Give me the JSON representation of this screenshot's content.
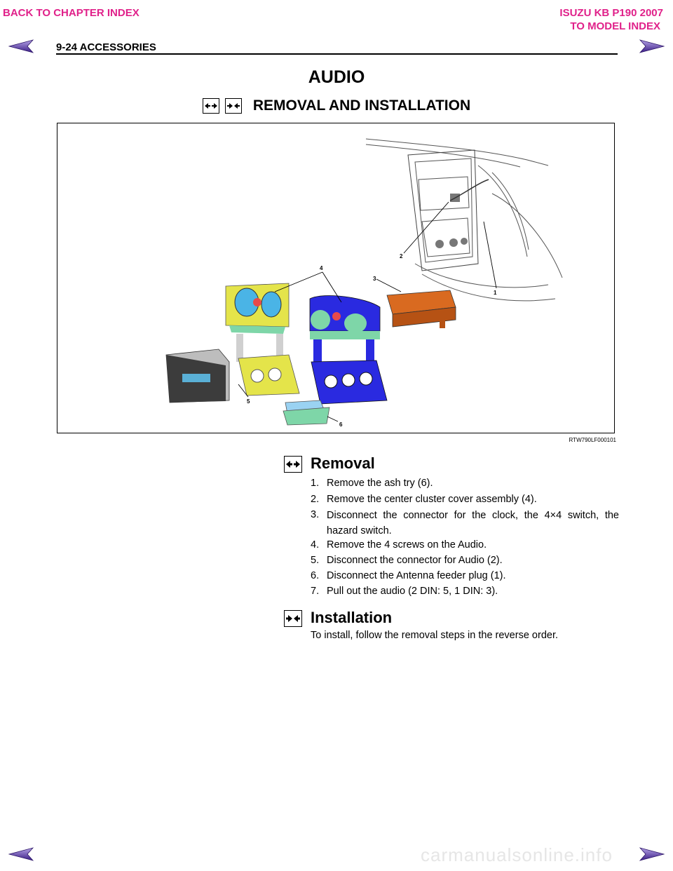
{
  "header": {
    "back_chapter": "BACK TO CHAPTER INDEX",
    "brand": "ISUZU KB P190 2007",
    "model_index": "TO MODEL INDEX",
    "section": "9-24  ACCESSORIES",
    "link_color": "#e0218a",
    "arrow_color": "#5b2ca0"
  },
  "title": "AUDIO",
  "subtitle": "REMOVAL AND INSTALLATION",
  "figure": {
    "code": "RTW790LF000101",
    "callouts": [
      "1",
      "2",
      "3",
      "4",
      "5",
      "6"
    ]
  },
  "removal": {
    "heading": "Removal",
    "steps": [
      {
        "num": "1.",
        "text": "Remove the ash try (6)."
      },
      {
        "num": "2.",
        "text": "Remove the center cluster cover assembly (4)."
      },
      {
        "num": "3.",
        "text": "Disconnect the connector for the clock, the 4×4 switch, the hazard switch."
      },
      {
        "num": "4.",
        "text": "Remove the 4 screws on the Audio."
      },
      {
        "num": "5.",
        "text": "Disconnect the connector for Audio (2)."
      },
      {
        "num": "6.",
        "text": "Disconnect the Antenna feeder plug (1)."
      },
      {
        "num": "7.",
        "text": "Pull out the audio (2 DIN: 5, 1 DIN: 3)."
      }
    ]
  },
  "installation": {
    "heading": "Installation",
    "text": "To install, follow the removal steps in the reverse order."
  },
  "footer": {
    "watermark": "carmanualsonline.info"
  }
}
